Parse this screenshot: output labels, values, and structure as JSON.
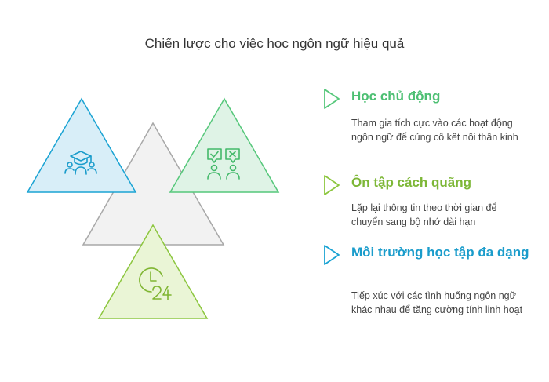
{
  "title": "Chiến lược cho việc học ngôn ngữ hiệu quả",
  "colors": {
    "blue": "#1aa3d3",
    "green": "#55c77a",
    "lime": "#8cc63e",
    "gray": "#9e9e9e"
  },
  "items": [
    {
      "heading": "Học chủ động",
      "description": "Tham gia tích cực vào các hoạt động ngôn ngữ để củng cố kết nối thần kinh",
      "icon": "student-group-icon"
    },
    {
      "heading": "Ôn tập cách quãng",
      "description": "Lặp lại thông tin theo thời gian để chuyển sang bộ nhớ dài hạn",
      "icon": "review-checklist-icon"
    },
    {
      "heading": "Môi trường học tập đa dạng",
      "description": "Tiếp xúc với các tình huống ngôn ngữ khác nhau để tăng cường tính linh hoạt",
      "icon": "clock-24-icon"
    }
  ]
}
